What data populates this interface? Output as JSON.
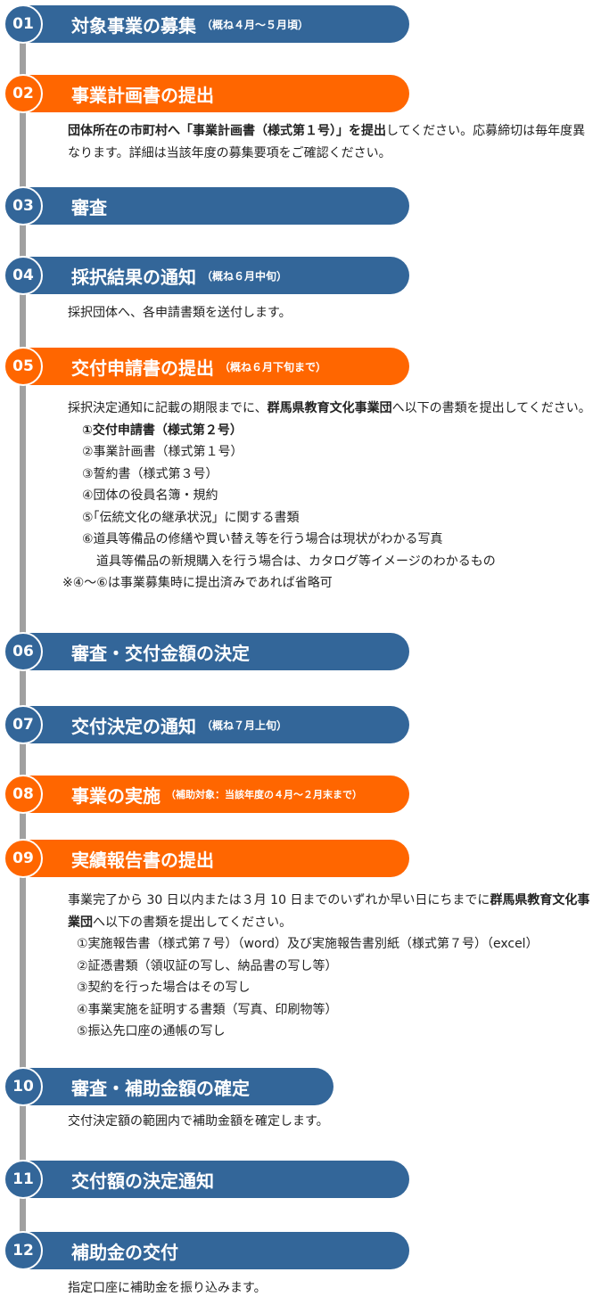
{
  "steps": [
    {
      "num": "01",
      "title": "対象事業の募集",
      "sub": "（概ね４月～５月頃）"
    },
    {
      "num": "02",
      "title": "事業計画書の提出",
      "sub": ""
    },
    {
      "num": "03",
      "title": "審査",
      "sub": ""
    },
    {
      "num": "04",
      "title": "採択結果の通知",
      "sub": "（概ね６月中旬）"
    },
    {
      "num": "05",
      "title": "交付申請書の提出",
      "sub": "（概ね６月下旬まで）"
    },
    {
      "num": "06",
      "title": "審査・交付金額の決定",
      "sub": ""
    },
    {
      "num": "07",
      "title": "交付決定の通知",
      "sub": "（概ね７月上旬）"
    },
    {
      "num": "08",
      "title": "事業の実施",
      "sub": "（補助対象：当該年度の４月～２月末まで）"
    },
    {
      "num": "09",
      "title": "実績報告書の提出",
      "sub": ""
    },
    {
      "num": "10",
      "title": "審査・補助金額の確定",
      "sub": ""
    },
    {
      "num": "11",
      "title": "交付額の決定通知",
      "sub": ""
    },
    {
      "num": "12",
      "title": "補助金の交付",
      "sub": ""
    }
  ],
  "text02": {
    "bold": "団体所在の市町村へ「事業計画書（様式第１号）」を提出",
    "rest": "してください。応募締切は毎年度異なります。詳細は当該年度の募集要項をご確認ください。"
  },
  "text04": "採択団体へ、各申請書類を送付します。",
  "text05": {
    "pre": "採択決定通知に記載の期限までに、",
    "bold": "群馬県教育文化事業団",
    "post": "へ以下の書類を提出してください。",
    "items": [
      "①交付申請書（様式第２号）",
      "②事業計画書（様式第１号）",
      "③誓約書（様式第３号）",
      "④団体の役員名簿・規約",
      "⑤｢伝統文化の継承状況」に関する書類",
      "⑥道具等備品の修繕や買い替え等を行う場合は現状がわかる写真"
    ],
    "item6b": "道具等備品の新規購入を行う場合は、カタログ等イメージのわかるもの",
    "note": "※④～⑥は事業募集時に提出済みであれば省略可"
  },
  "text09": {
    "pre": "事業完了から 30 日以内または３月 10 日までのいずれか早い日にちまでに",
    "bold": "群馬県教育文化事業団",
    "post": "へ以下の書類を提出してください。",
    "items": [
      "①実施報告書（様式第７号）（word）及び実施報告書別紙（様式第７号）（excel）",
      "②証憑書類（領収証の写し、納品書の写し等）",
      "③契約を行った場合はその写し",
      "④事業実施を証明する書類（写真、印刷物等）",
      "⑤振込先口座の通帳の写し"
    ]
  },
  "text10": "交付決定額の範囲内で補助金額を確定します。",
  "text12": "指定口座に補助金を振り込みます。"
}
